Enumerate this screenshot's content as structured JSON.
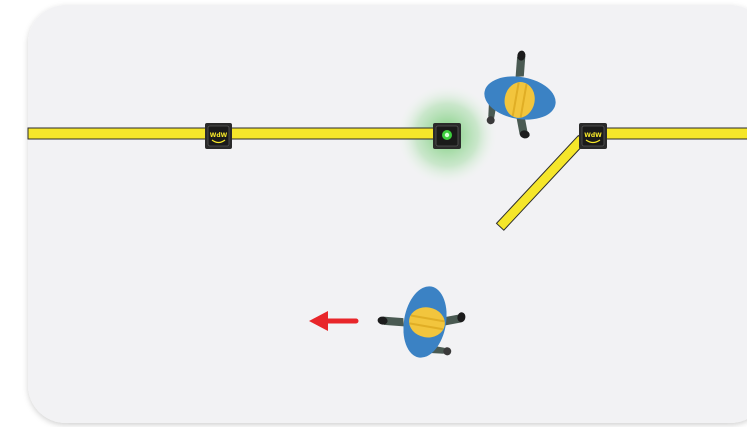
{
  "scene": {
    "background_color": "#f2f2f4",
    "barrier_color": "#f5e62a",
    "barrier_outline": "#2b2b2b",
    "post_color": "#2a2a2a",
    "post_active_glow": "#4fbf4f",
    "worker_vest": "#3b82c4",
    "worker_helmet": "#f2c53d",
    "direction_arrow_color": "#e8262a"
  },
  "posts": [
    {
      "id": "post-left",
      "label": "WdW",
      "state": "idle"
    },
    {
      "id": "post-middle",
      "label": "",
      "state": "active"
    },
    {
      "id": "post-right",
      "label": "WdW",
      "state": "idle"
    }
  ],
  "workers": [
    {
      "id": "worker-top",
      "icon": "worker-topdown-icon"
    },
    {
      "id": "worker-bottom",
      "icon": "worker-topdown-icon",
      "moving": "left"
    }
  ]
}
